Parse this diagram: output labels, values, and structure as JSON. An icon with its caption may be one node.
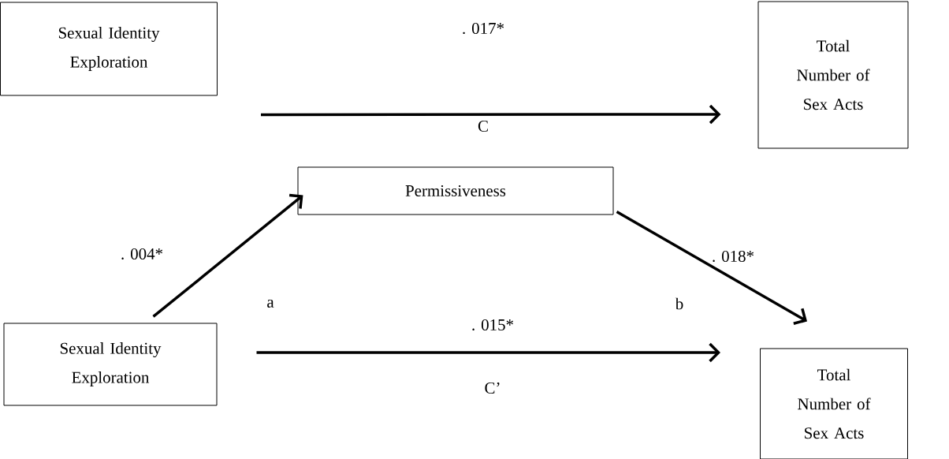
{
  "diagram": {
    "nodes": [
      {
        "text": [
          "Sexual Identity Exploration"
        ]
      },
      {
        "text": [
          "Total Number of Sex Acts"
        ]
      },
      {
        "text": [
          "Permissiveness"
        ]
      },
      {
        "text": [
          "Sexual Identity Exploration"
        ]
      },
      {
        "text": [
          "Total Number of Sex Acts"
        ]
      }
    ],
    "edges": [
      {
        "from": 0,
        "to": 1,
        "arrow": "to",
        "label": ". 017*"
      },
      {
        "from": 3,
        "to": 2,
        "arrow": "to",
        "label": ". 004*"
      },
      {
        "from": 2,
        "to": 4,
        "arrow": "to",
        "label": ". 018*"
      },
      {
        "from": 3,
        "to": 4,
        "arrow": "to",
        "label": ". 015*"
      }
    ],
    "labels": [
      "C",
      "a",
      "b",
      "C’"
    ]
  }
}
